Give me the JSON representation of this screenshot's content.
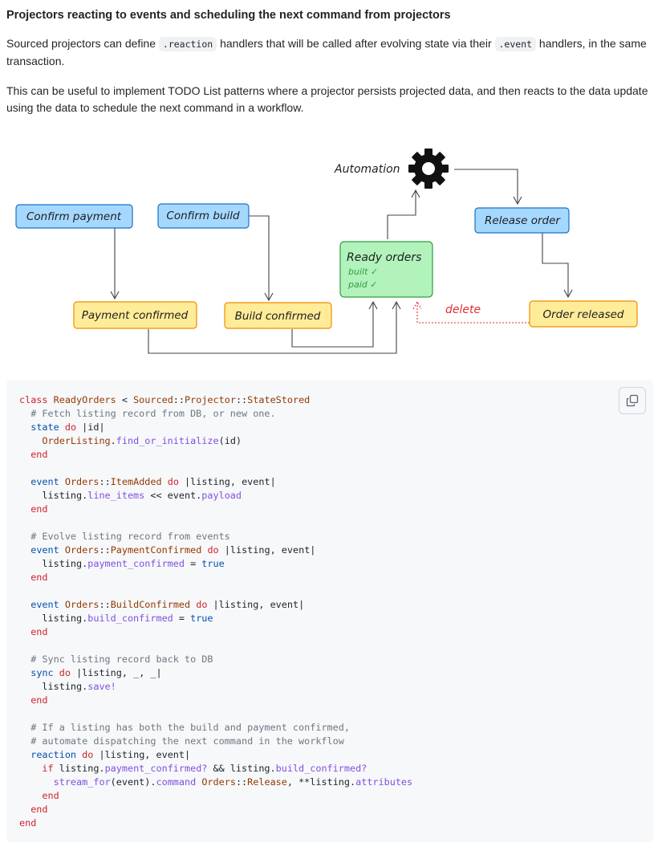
{
  "heading": "Projectors reacting to events and scheduling the next command from projectors",
  "para1": {
    "t1": "Sourced projectors can define ",
    "code1": ".reaction",
    "t2": " handlers that will be called after evolving state via their ",
    "code2": ".event",
    "t3": " handlers, in the same transaction."
  },
  "para2": "This can be useful to implement TODO List patterns where a projector persists projected data, and then reacts to the data update using the data to schedule the next command in a workflow.",
  "diagram": {
    "automation_label": "Automation",
    "confirm_payment": "Confirm payment",
    "confirm_build": "Confirm build",
    "release_order": "Release order",
    "ready_orders": "Ready orders",
    "built": "built ✓",
    "paid": "paid ✓",
    "payment_confirmed": "Payment confirmed",
    "build_confirmed": "Build confirmed",
    "delete_label": "delete",
    "order_released": "Order released",
    "colors": {
      "command_fill": "#a5d8ff",
      "command_stroke": "#1971c2",
      "event_fill": "#ffec99",
      "event_stroke": "#f08c00",
      "readmodel_fill": "#b2f2bb",
      "readmodel_stroke": "#2f9e44",
      "delete": "#e03131"
    }
  },
  "code_lines": [
    [
      [
        "k",
        "class "
      ],
      [
        "cls",
        "ReadyOrders"
      ],
      [
        "p",
        " < "
      ],
      [
        "cls",
        "Sourced"
      ],
      [
        "p",
        "::"
      ],
      [
        "cls",
        "Projector"
      ],
      [
        "p",
        "::"
      ],
      [
        "cls",
        "StateStored"
      ]
    ],
    [
      [
        "c",
        "  # Fetch listing record from DB, or new one."
      ]
    ],
    [
      [
        "p",
        "  "
      ],
      [
        "b",
        "state"
      ],
      [
        "p",
        " "
      ],
      [
        "k",
        "do"
      ],
      [
        "p",
        " |id|"
      ]
    ],
    [
      [
        "p",
        "    "
      ],
      [
        "cls",
        "OrderListing"
      ],
      [
        "p",
        "."
      ],
      [
        "m",
        "find_or_initialize"
      ],
      [
        "p",
        "(id)"
      ]
    ],
    [
      [
        "k",
        "  end"
      ]
    ],
    [
      [
        "p",
        ""
      ]
    ],
    [
      [
        "p",
        "  "
      ],
      [
        "b",
        "event"
      ],
      [
        "p",
        " "
      ],
      [
        "cls",
        "Orders"
      ],
      [
        "p",
        "::"
      ],
      [
        "cls",
        "ItemAdded"
      ],
      [
        "p",
        " "
      ],
      [
        "k",
        "do"
      ],
      [
        "p",
        " |listing, event|"
      ]
    ],
    [
      [
        "p",
        "    listing."
      ],
      [
        "m",
        "line_items"
      ],
      [
        "p",
        " << event."
      ],
      [
        "m",
        "payload"
      ]
    ],
    [
      [
        "k",
        "  end"
      ]
    ],
    [
      [
        "p",
        ""
      ]
    ],
    [
      [
        "c",
        "  # Evolve listing record from events"
      ]
    ],
    [
      [
        "p",
        "  "
      ],
      [
        "b",
        "event"
      ],
      [
        "p",
        " "
      ],
      [
        "cls",
        "Orders"
      ],
      [
        "p",
        "::"
      ],
      [
        "cls",
        "PaymentConfirmed"
      ],
      [
        "p",
        " "
      ],
      [
        "k",
        "do"
      ],
      [
        "p",
        " |listing, event|"
      ]
    ],
    [
      [
        "p",
        "    listing."
      ],
      [
        "m",
        "payment_confirmed"
      ],
      [
        "p",
        " = "
      ],
      [
        "b",
        "true"
      ]
    ],
    [
      [
        "k",
        "  end"
      ]
    ],
    [
      [
        "p",
        ""
      ]
    ],
    [
      [
        "p",
        "  "
      ],
      [
        "b",
        "event"
      ],
      [
        "p",
        " "
      ],
      [
        "cls",
        "Orders"
      ],
      [
        "p",
        "::"
      ],
      [
        "cls",
        "BuildConfirmed"
      ],
      [
        "p",
        " "
      ],
      [
        "k",
        "do"
      ],
      [
        "p",
        " |listing, event|"
      ]
    ],
    [
      [
        "p",
        "    listing."
      ],
      [
        "m",
        "build_confirmed"
      ],
      [
        "p",
        " = "
      ],
      [
        "b",
        "true"
      ]
    ],
    [
      [
        "k",
        "  end"
      ]
    ],
    [
      [
        "p",
        ""
      ]
    ],
    [
      [
        "c",
        "  # Sync listing record back to DB"
      ]
    ],
    [
      [
        "p",
        "  "
      ],
      [
        "b",
        "sync"
      ],
      [
        "p",
        " "
      ],
      [
        "k",
        "do"
      ],
      [
        "p",
        " |listing, _, _|"
      ]
    ],
    [
      [
        "p",
        "    listing."
      ],
      [
        "m",
        "save!"
      ]
    ],
    [
      [
        "k",
        "  end"
      ]
    ],
    [
      [
        "p",
        ""
      ]
    ],
    [
      [
        "c",
        "  # If a listing has both the build and payment confirmed,"
      ]
    ],
    [
      [
        "c",
        "  # automate dispatching the next command in the workflow"
      ]
    ],
    [
      [
        "p",
        "  "
      ],
      [
        "b",
        "reaction"
      ],
      [
        "p",
        " "
      ],
      [
        "k",
        "do"
      ],
      [
        "p",
        " |listing, event|"
      ]
    ],
    [
      [
        "p",
        "    "
      ],
      [
        "k",
        "if"
      ],
      [
        "p",
        " listing."
      ],
      [
        "m",
        "payment_confirmed?"
      ],
      [
        "p",
        " && listing."
      ],
      [
        "m",
        "build_confirmed?"
      ]
    ],
    [
      [
        "p",
        "      "
      ],
      [
        "m",
        "stream_for"
      ],
      [
        "p",
        "(event)."
      ],
      [
        "m",
        "command"
      ],
      [
        "p",
        " "
      ],
      [
        "cls",
        "Orders"
      ],
      [
        "p",
        "::"
      ],
      [
        "cls",
        "Release"
      ],
      [
        "p",
        ", **listing."
      ],
      [
        "m",
        "attributes"
      ]
    ],
    [
      [
        "k",
        "    end"
      ]
    ],
    [
      [
        "k",
        "  end"
      ]
    ],
    [
      [
        "k",
        "end"
      ]
    ]
  ]
}
